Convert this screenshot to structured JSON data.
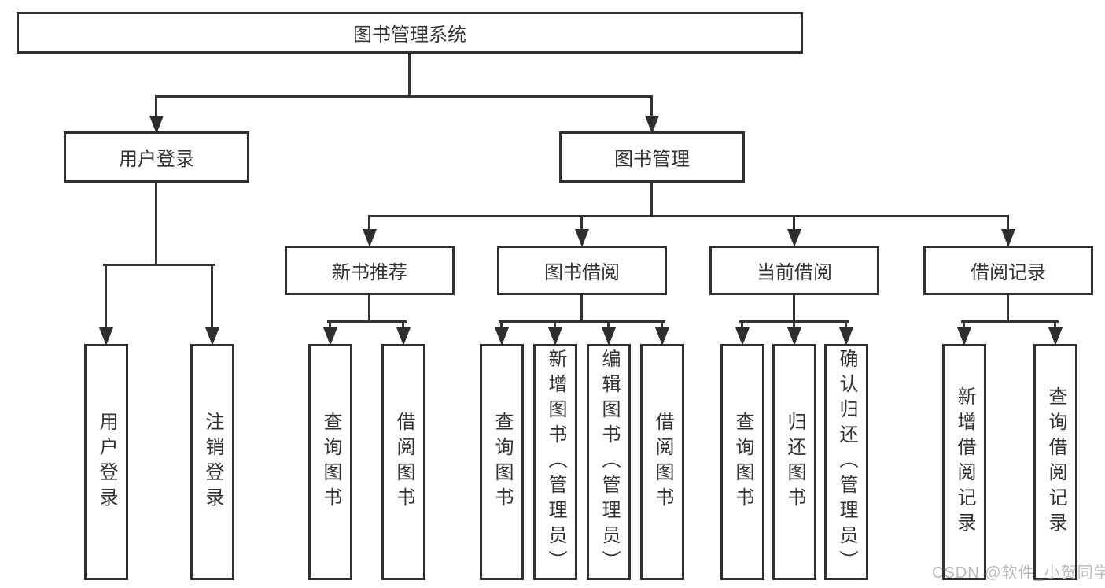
{
  "diagram": {
    "type": "hierarchy-tree",
    "title": "图书管理系统",
    "watermark": "CSDN @软件_小贺同学",
    "colors": {
      "line": "#333333",
      "box_border": "#2e2e2e",
      "box_background": "#ffffff",
      "text": "#333333",
      "page_background": "#ffffff",
      "watermark": "#b9b9b9"
    },
    "nodes": {
      "root": {
        "label": "图书管理系统"
      },
      "user_login": {
        "label": "用户登录"
      },
      "book_management": {
        "label": "图书管理"
      },
      "new_book_recommend": {
        "label": "新书推荐"
      },
      "book_borrowing": {
        "label": "图书借阅"
      },
      "current_borrowing": {
        "label": "当前借阅"
      },
      "borrow_records": {
        "label": "借阅记录"
      },
      "leaves": [
        {
          "label": "用户登录"
        },
        {
          "label": "注销登录"
        },
        {
          "label": "查询图书"
        },
        {
          "label": "借阅图书"
        },
        {
          "label": "查询图书"
        },
        {
          "label": "新增图书（管理员）"
        },
        {
          "label": "编辑图书（管理员）"
        },
        {
          "label": "借阅图书"
        },
        {
          "label": "查询图书"
        },
        {
          "label": "归还图书"
        },
        {
          "label": "确认归还（管理员）"
        },
        {
          "label": "新增借阅记录"
        },
        {
          "label": "查询借阅记录"
        }
      ]
    },
    "edges": [
      [
        "图书管理系统",
        "用户登录"
      ],
      [
        "图书管理系统",
        "图书管理"
      ],
      [
        "用户登录",
        "用户登录"
      ],
      [
        "用户登录",
        "注销登录"
      ],
      [
        "图书管理",
        "新书推荐"
      ],
      [
        "图书管理",
        "图书借阅"
      ],
      [
        "图书管理",
        "当前借阅"
      ],
      [
        "图书管理",
        "借阅记录"
      ],
      [
        "新书推荐",
        "查询图书"
      ],
      [
        "新书推荐",
        "借阅图书"
      ],
      [
        "图书借阅",
        "查询图书"
      ],
      [
        "图书借阅",
        "新增图书（管理员）"
      ],
      [
        "图书借阅",
        "编辑图书（管理员）"
      ],
      [
        "图书借阅",
        "借阅图书"
      ],
      [
        "当前借阅",
        "查询图书"
      ],
      [
        "当前借阅",
        "归还图书"
      ],
      [
        "当前借阅",
        "确认归还（管理员）"
      ],
      [
        "借阅记录",
        "新增借阅记录"
      ],
      [
        "借阅记录",
        "查询借阅记录"
      ]
    ]
  }
}
